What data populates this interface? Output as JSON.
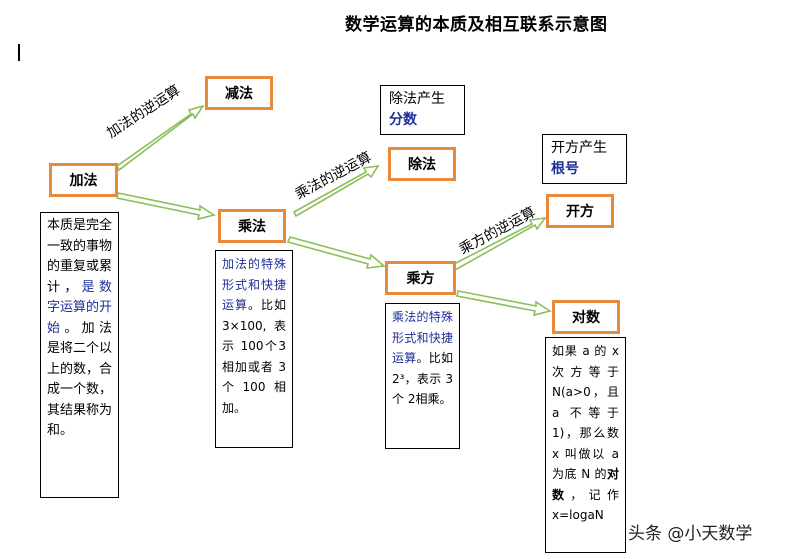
{
  "title": "数学运算的本质及相互联系示意图",
  "nodes": {
    "add": "加法",
    "subtract": "减法",
    "multiply": "乘法",
    "divide": "除法",
    "power": "乘方",
    "root": "开方",
    "log": "对数"
  },
  "arrow_labels": {
    "add_to_subtract": "加法的逆运算",
    "multiply_to_divide": "乘法的逆运算",
    "power_to_root": "乘方的逆运算"
  },
  "tags": {
    "divide_line1": "除法产生",
    "divide_line2": "分数",
    "root_line1": "开方产生",
    "root_line2": "根号"
  },
  "notes": {
    "add_part1": "本质是完全一致的事物的重复或累计，",
    "add_part2": "是数字运算的开始",
    "add_part3": "。加法是将二个以上的数，合成一个数，其结果称为和。",
    "multiply_part1": "加法的特殊形式和快捷运算",
    "multiply_part2": "。比如3×100,表示 100个3相加或者 3 个100相加。",
    "power_part1": "乘法的特殊形式和快捷运算",
    "power_part2": "。比如 2³，表示 3 个 2相乘。",
    "log_part1": "如果 a 的 x 次方等于 N(a>0，且 a 不等于 1)，那么数 x 叫做以 a 为底 N 的",
    "log_part2": "对数",
    "log_part3": "，记作 x=logaN"
  },
  "watermark": "头条 @小天数学"
}
